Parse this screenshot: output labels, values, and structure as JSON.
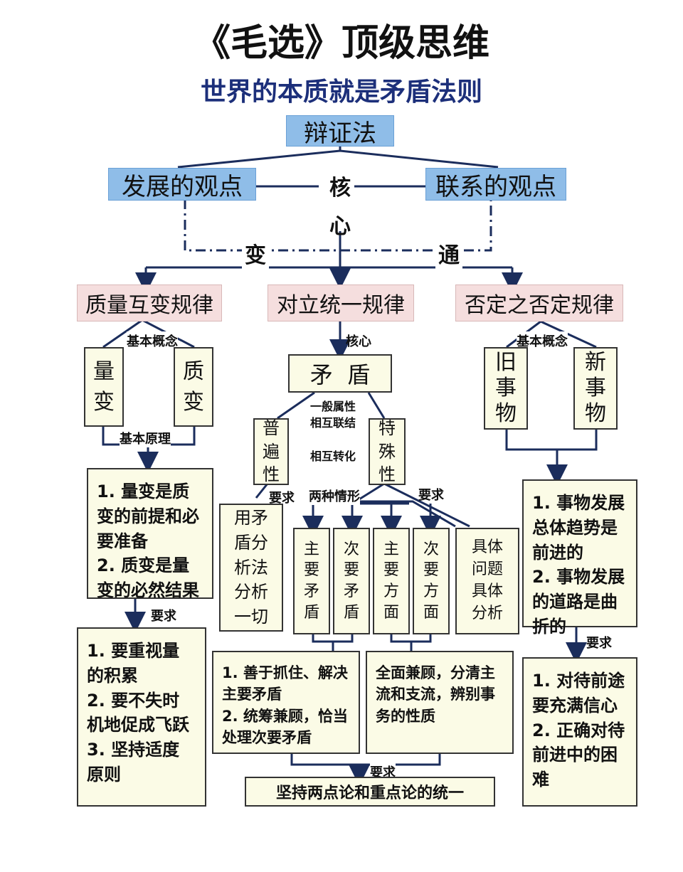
{
  "title": "《毛选》顶级思维",
  "subtitle": "世界的本质就是矛盾法则",
  "root": "辩证法",
  "left_view": "发展的观点",
  "right_view": "联系的观点",
  "core": "核\n心",
  "change": "变",
  "through": "通",
  "laws": [
    "质量互变规律",
    "对立统一规律",
    "否定之否定规律"
  ],
  "law1": {
    "concept_label": "基本概念",
    "quantity": "量\n变",
    "quality": "质\n变",
    "principle_label": "基本原理",
    "principle_text": "1. 量变是质变的前提和必要准备\n2. 质变是量变的必然结果",
    "req_label": "要求",
    "req_text": "1. 要重视量的积累\n2. 要不失时机地促成飞跃\n3. 坚持适度原则"
  },
  "law2": {
    "core_label": "核心",
    "contradiction": "矛  盾",
    "attrs": "一般属性\n相互联结\n\n相互转化",
    "universal": "普\n遍\n性",
    "particular": "特\n殊\n性",
    "req_left_label": "要求",
    "method_text": "用矛\n盾分\n析法\n分析\n一切",
    "two_cases_label": "两种情形",
    "req_right_label": "要求",
    "main_contra": "主\n要\n矛\n盾",
    "minor_contra": "次\n要\n矛\n盾",
    "main_aspect": "主\n要\n方\n面",
    "minor_aspect": "次\n要\n方\n面",
    "concrete": "具体\n问题\n具体\n分析",
    "grasp_text": "1. 善于抓住、解决主要矛盾\n2. 统筹兼顾，恰当处理次要矛盾",
    "overall_text": "全面兼顾，分清主流和支流，辨别事务的性质",
    "req_bottom_label": "要求",
    "unity_text": "坚持两点论和重点论的统一"
  },
  "law3": {
    "concept_label": "基本概念",
    "old": "旧\n事\n物",
    "new": "新\n事\n物",
    "trend_text": "1. 事物发展总体趋势是前进的\n2. 事物发展的道路是曲折的",
    "req_label": "要求",
    "req_text": "1. 对待前途要充满信心\n2. 正确对待前进中的困难"
  }
}
